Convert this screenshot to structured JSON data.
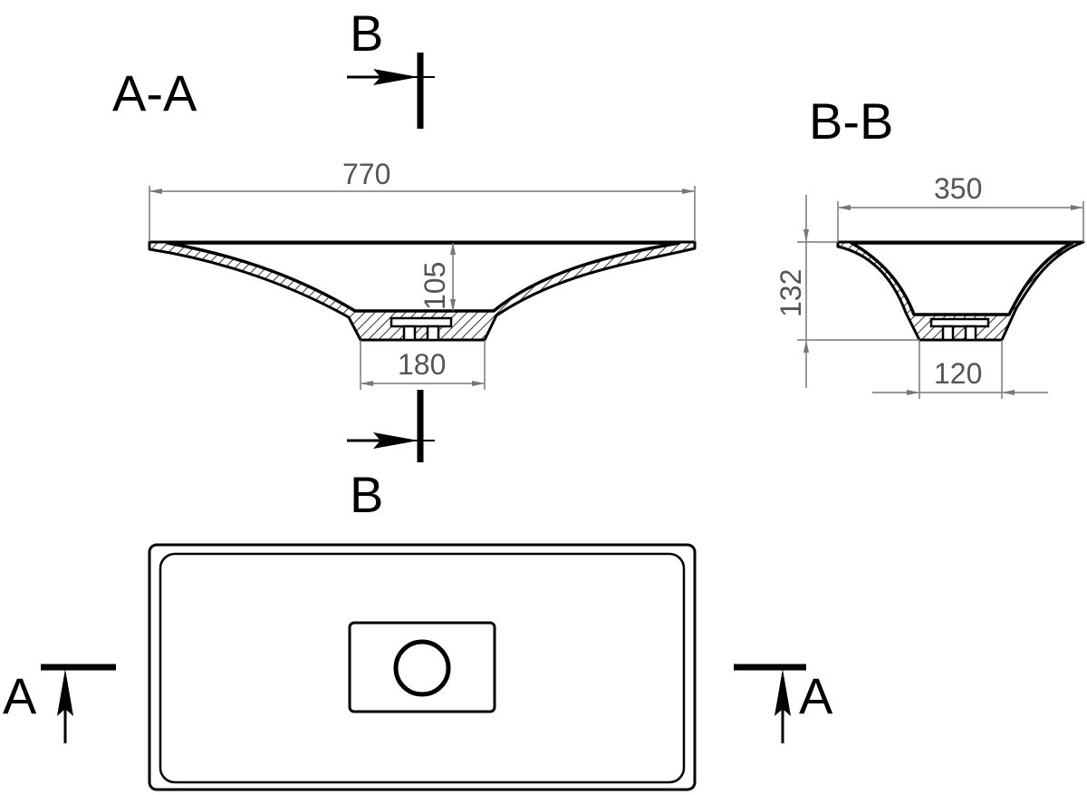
{
  "sections": {
    "a_a": "A-A",
    "b_b": "B-B"
  },
  "markers": {
    "b_top": "B",
    "b_bottom": "B",
    "a_left": "A",
    "a_right": "A"
  },
  "dimensions": {
    "overall_length": "770",
    "bowl_depth": "105",
    "base_length": "180",
    "overall_width": "350",
    "overall_height": "132",
    "base_width": "120"
  },
  "colors": {
    "outline": "#000000",
    "dimension": "#555555"
  }
}
